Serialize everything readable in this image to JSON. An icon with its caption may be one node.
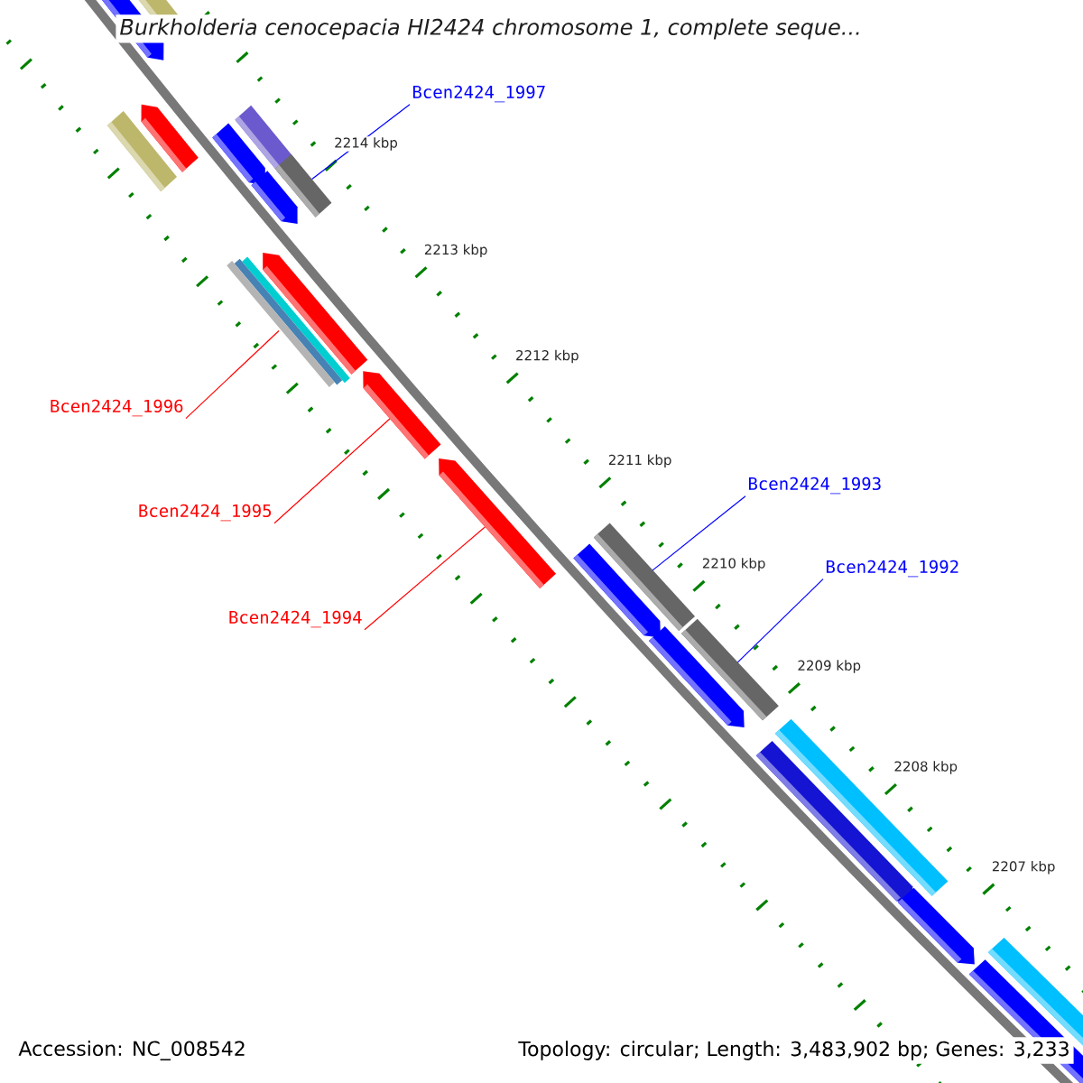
{
  "diagram": {
    "title": "Burkholderia cenocepacia HI2424 chromosome 1, complete seque...",
    "nodes": [
      {
        "text": [
          "Bcen2424_1997"
        ]
      },
      {
        "text": [
          "Bcen2424_1996"
        ]
      },
      {
        "text": [
          "Bcen2424_1993"
        ]
      },
      {
        "text": [
          "Bcen2424_1995"
        ]
      },
      {
        "text": [
          "Bcen2424_1992"
        ]
      },
      {
        "text": [
          "Bcen2424_1994"
        ]
      },
      {
        "text": [],
        "shape": "bar"
      },
      {
        "text": [],
        "shape": "bar"
      },
      {
        "text": [],
        "shape": "arrow"
      },
      {
        "text": [],
        "shape": "arrow"
      },
      {
        "text": [],
        "shape": "bar"
      },
      {
        "text": [],
        "shape": "bar"
      }
    ],
    "edges": [
      {
        "from": 0,
        "to": 6,
        "arrow": "none",
        "color": "#0000ff"
      },
      {
        "from": 1,
        "to": 7,
        "arrow": "none",
        "color": "#ff0000"
      },
      {
        "from": 2,
        "to": 10,
        "arrow": "none",
        "color": "#0000ff"
      },
      {
        "from": 3,
        "to": 8,
        "arrow": "none",
        "color": "#ff0000"
      },
      {
        "from": 4,
        "to": 11,
        "arrow": "none",
        "color": "#0000ff"
      },
      {
        "from": 5,
        "to": 9,
        "arrow": "none",
        "color": "#ff0000"
      }
    ],
    "labels": [
      "2214 kbp",
      "2213 kbp",
      "2212 kbp",
      "2211 kbp",
      "2210 kbp",
      "2209 kbp",
      "2208 kbp",
      "2207 kbp",
      "Accession: NC_008542",
      "Topology: circular; Length: 3,483,902 bp; Genes: 3,233"
    ]
  }
}
